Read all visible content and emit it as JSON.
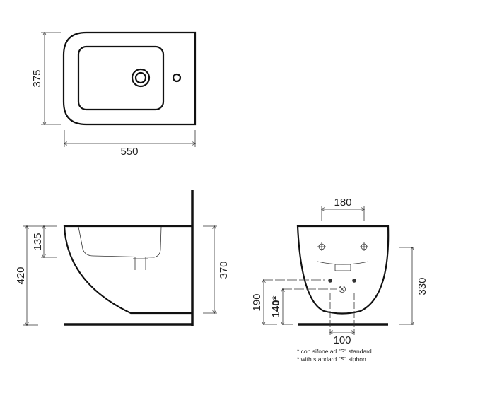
{
  "top_view": {
    "width_label": "550",
    "depth_label": "375"
  },
  "side_view": {
    "height_label": "420",
    "bowl_depth_label": "135",
    "body_height_label": "370"
  },
  "front_view": {
    "fixing_spacing_label": "180",
    "height_label": "330",
    "inlet_height_label": "190",
    "siphon_height_label": "140*",
    "outlet_spacing_label": "100"
  },
  "notes": [
    "* con sifone ad \"S\" standard",
    "* with standard \"S\" siphon"
  ],
  "colors": {
    "line": "#111111",
    "background": "#ffffff"
  }
}
